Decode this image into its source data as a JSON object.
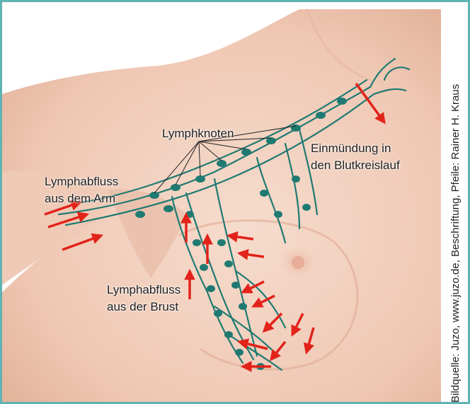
{
  "labels": {
    "lymph_nodes": "Lymphknoten",
    "entry_line1": "Einmündung in",
    "entry_line2": "den Blutkreislauf",
    "arm_line1": "Lymphabfluss",
    "arm_line2": "aus dem Arm",
    "breast_line1": "Lymphabfluss",
    "breast_line2": "aus der Brust"
  },
  "credit": "Bildquelle: Juzo, www.juzo.de, Beschriftung, Pfeile: Rainer H. Kraus",
  "colors": {
    "frame": "#5fb3b3",
    "skin": "#f3d2c1",
    "skin_shadow": "#e6b8a2",
    "lymph": "#1f7a72",
    "arrow": "#e2231a"
  }
}
